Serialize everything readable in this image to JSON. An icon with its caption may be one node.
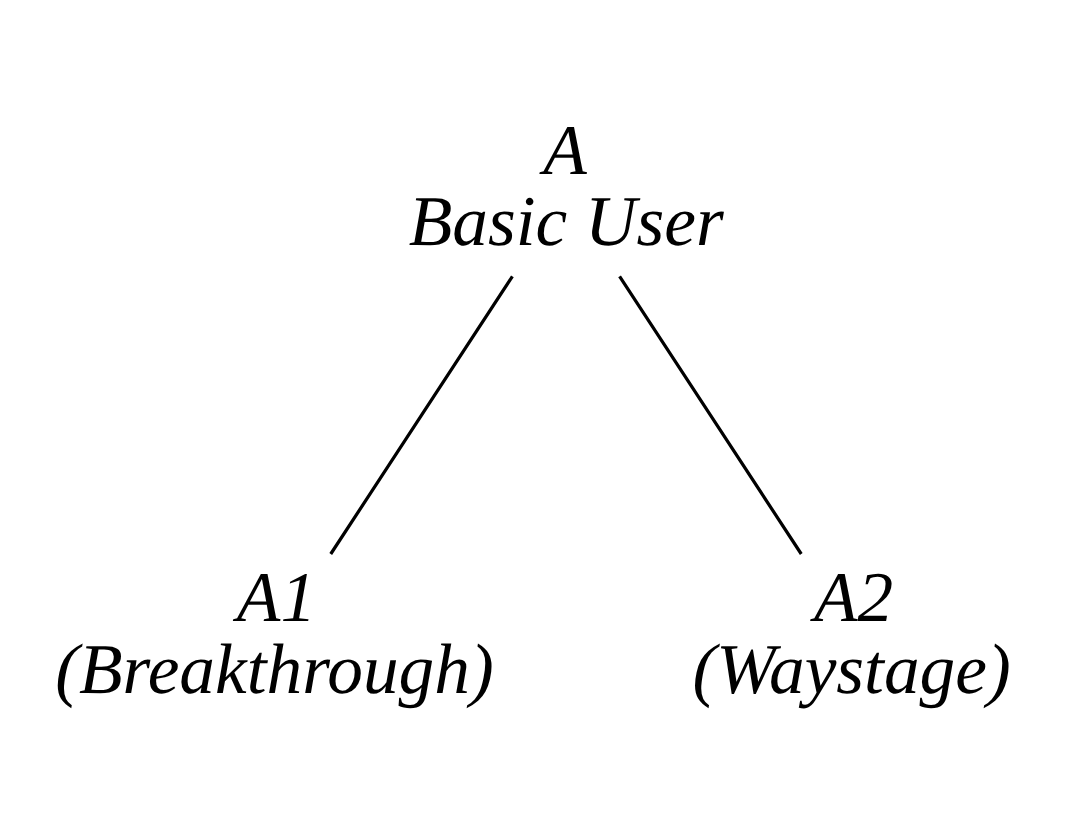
{
  "diagram": {
    "nodes": [
      {
        "text": [
          "A",
          "Basic User"
        ]
      },
      {
        "text": [
          "A1",
          "(Breakthrough)"
        ]
      },
      {
        "text": [
          "A2",
          "(Waystage)"
        ]
      }
    ],
    "edges": [
      {
        "from": 0,
        "to": 1,
        "arrow": "none"
      },
      {
        "from": 0,
        "to": 2,
        "arrow": "none"
      }
    ]
  }
}
